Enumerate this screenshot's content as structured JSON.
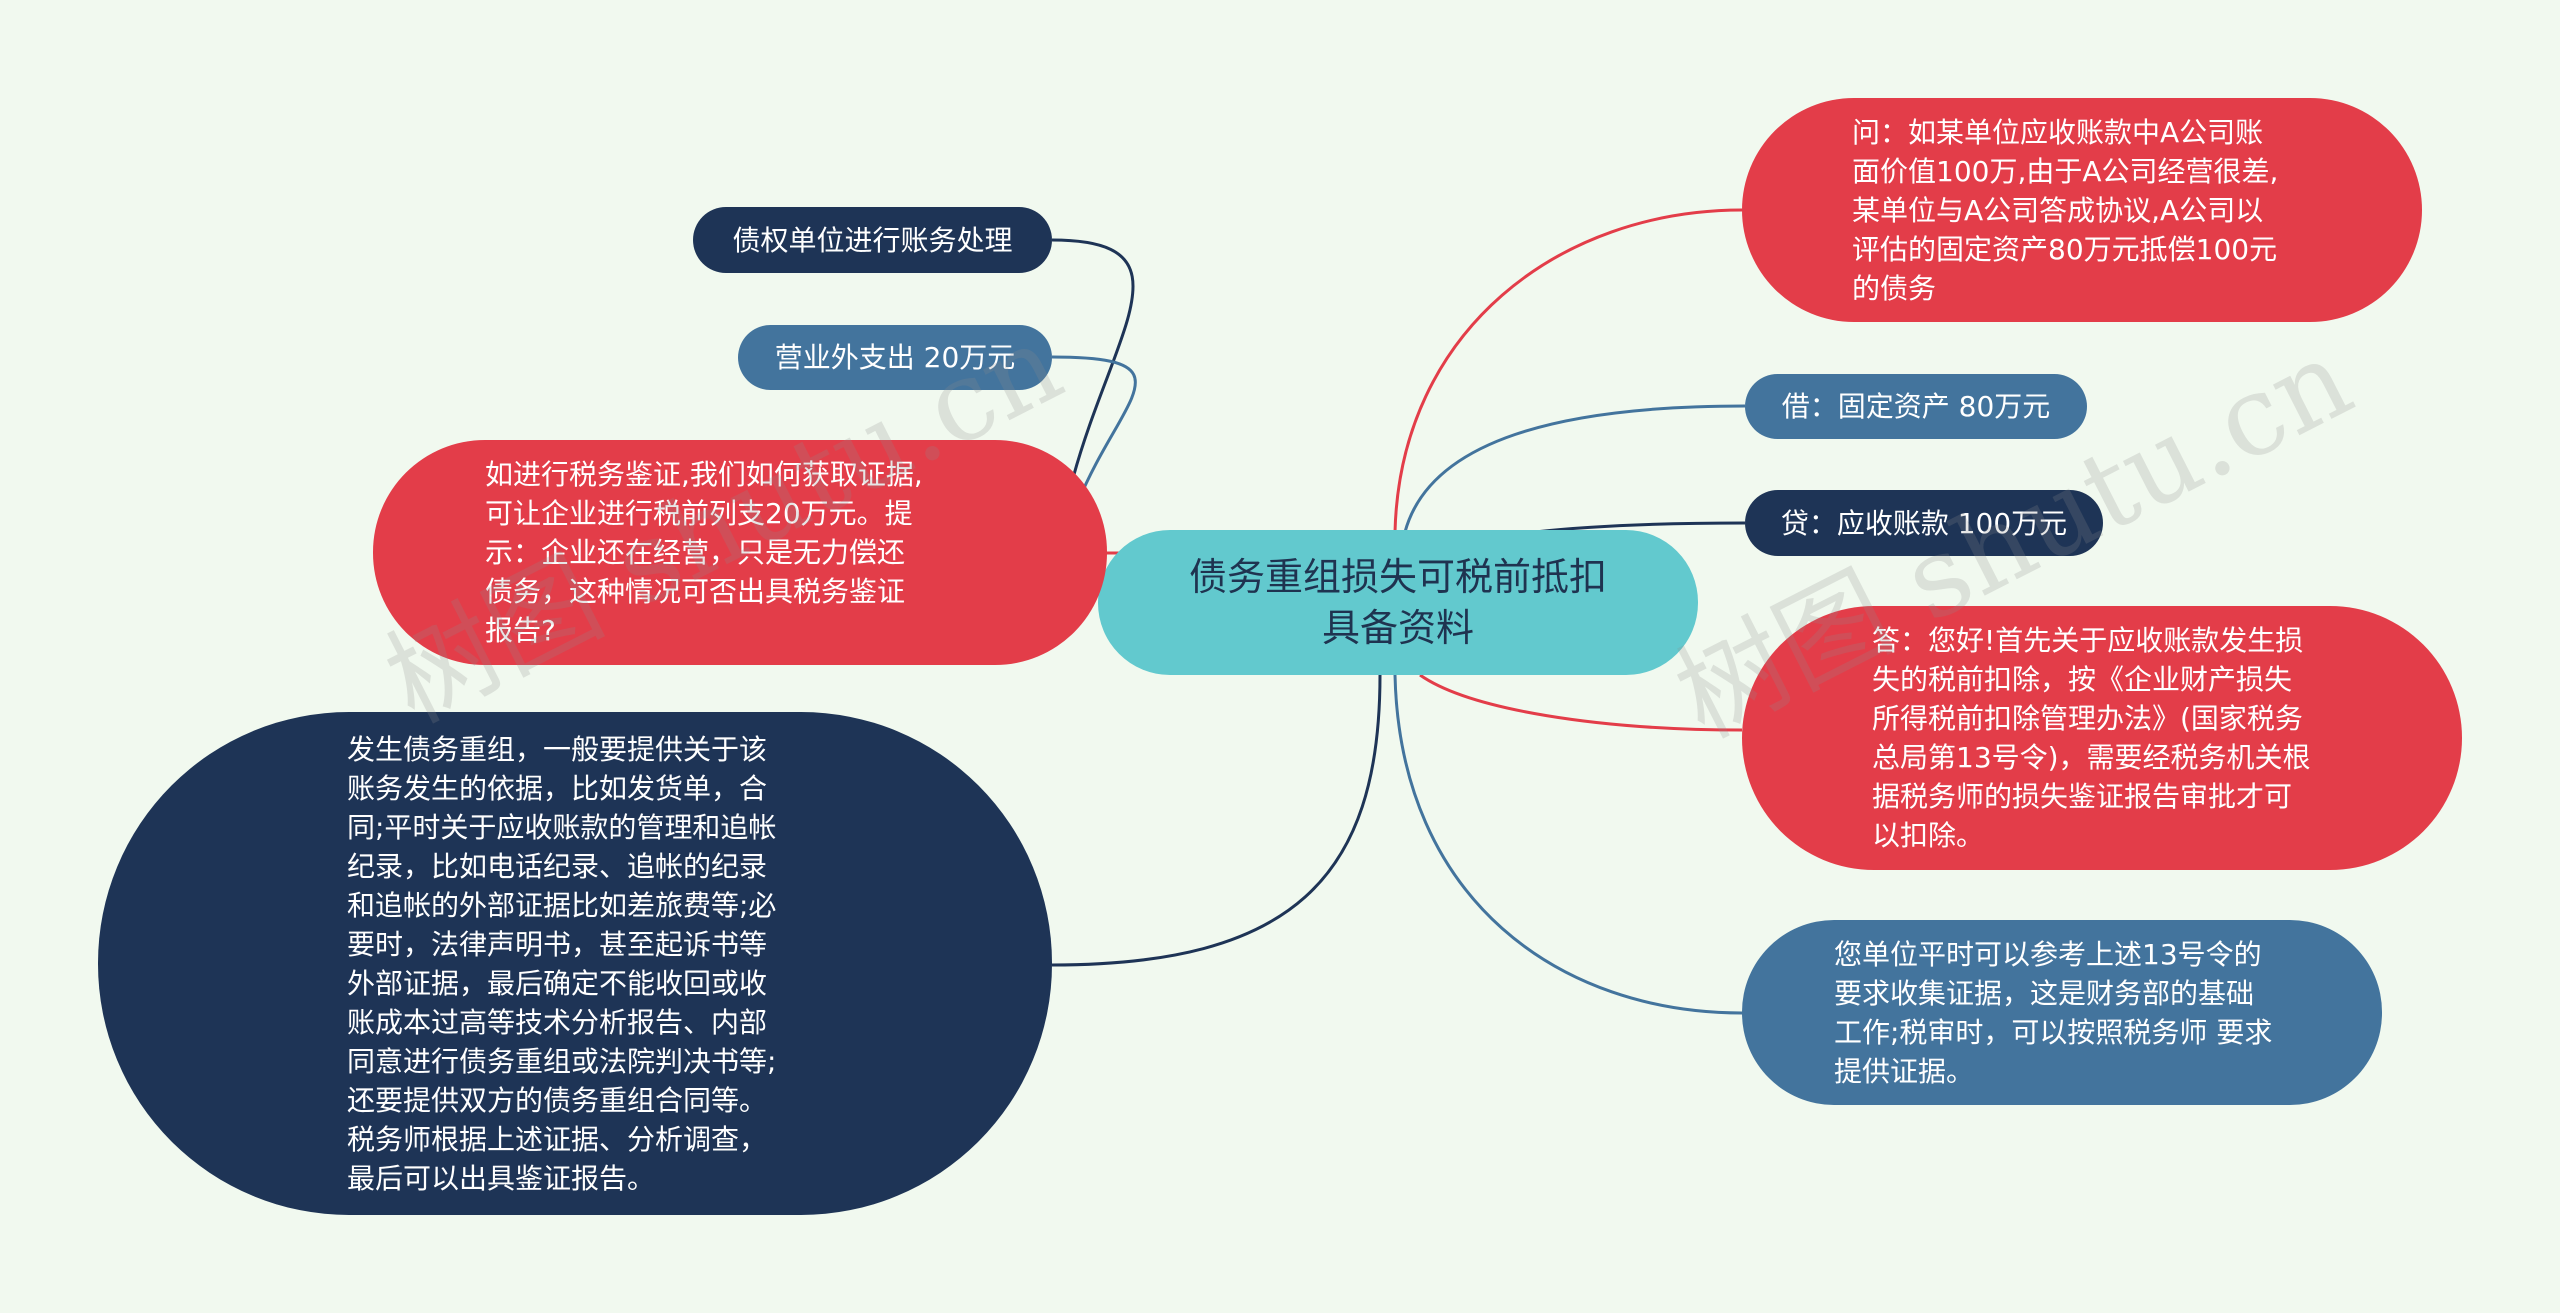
{
  "center": {
    "text": "债务重组损失可税前抵扣\n具备资料"
  },
  "left": [
    {
      "id": "l1",
      "text": "债权单位进行账务处理"
    },
    {
      "id": "l2",
      "text": "营业外支出 20万元"
    },
    {
      "id": "l3",
      "text": "如进行税务鉴证,我们如何获取证据,\n可让企业进行税前列支20万元。提\n示：企业还在经营，只是无力偿还\n债务，这种情况可否出具税务鉴证\n报告?"
    },
    {
      "id": "l4",
      "text": "发生债务重组，一般要提供关于该\n账务发生的依据，比如发货单，合\n同;平时关于应收账款的管理和追帐\n纪录，比如电话纪录、追帐的纪录\n和追帐的外部证据比如差旅费等;必\n要时，法律声明书，甚至起诉书等\n外部证据，最后确定不能收回或收\n账成本过高等技术分析报告、内部\n同意进行债务重组或法院判决书等;\n还要提供双方的债务重组合同等。\n税务师根据上述证据、分析调查，\n最后可以出具鉴证报告。"
    }
  ],
  "right": [
    {
      "id": "r1",
      "text": "问：如某单位应收账款中A公司账\n面价值100万,由于A公司经营很差,\n某单位与A公司答成协议,A公司以\n评估的固定资产80万元抵偿100元\n的债务"
    },
    {
      "id": "r2",
      "text": "借：固定资产 80万元"
    },
    {
      "id": "r3",
      "text": "贷：应收账款 100万元"
    },
    {
      "id": "r4",
      "text": "答：您好!首先关于应收账款发生损\n失的税前扣除，按《企业财产损失\n所得税前扣除管理办法》(国家税务\n总局第13号令)，需要经税务机关根\n据税务师的损失鉴证报告审批才可\n以扣除。"
    },
    {
      "id": "r5",
      "text": "您单位平时可以参考上述13号令的\n要求收集证据，这是财务部的基础\n工作;税审时，可以按照税务师 要求\n提供证据。"
    }
  ],
  "watermarks": [
    "树图 shutu.cn",
    "树图 shutu.cn"
  ],
  "colors": {
    "background": "#f1f9ef",
    "center": "#62c9ce",
    "navy": "#1e3456",
    "steel": "#43749d",
    "red": "#e33d49"
  }
}
